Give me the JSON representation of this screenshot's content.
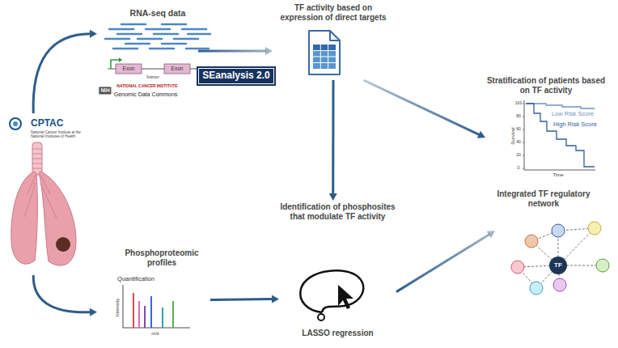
{
  "diagram": {
    "nodes": [
      {
        "text": [
          "CPTAC",
          "National Cancer Institute at the National Institutes of Health"
        ]
      },
      {
        "text": [
          "RNA-seq data"
        ]
      },
      {
        "text": [
          "SEanalysis 2.0"
        ]
      },
      {
        "text": [
          "TF activity based on expression of direct targets"
        ]
      },
      {
        "text": [
          "Stratification of patients based on TF activity"
        ]
      },
      {
        "text": [
          "Integrated TF regulatory network"
        ]
      },
      {
        "text": [
          "TF"
        ],
        "in": 5
      },
      {
        "text": [
          "Phosphoproteomic profiles"
        ]
      },
      {
        "text": [
          "Identification of phosphosites that modulate TF activity",
          "LASSO regression"
        ]
      }
    ],
    "edges": [
      {
        "from": 0,
        "to": 1,
        "arrow": "to"
      },
      {
        "from": 0,
        "to": 7,
        "arrow": "to"
      },
      {
        "from": 1,
        "to": 3,
        "arrow": "to"
      },
      {
        "from": 3,
        "to": 4,
        "arrow": "to"
      },
      {
        "from": 3,
        "to": 8,
        "arrow": "to"
      },
      {
        "from": 7,
        "to": 8,
        "arrow": "to"
      },
      {
        "from": 8,
        "to": 5,
        "arrow": "to"
      }
    ],
    "labels": [
      "Exon",
      "Intron",
      "Exon",
      "NIH",
      "NATIONAL CANCER INSTITUTE",
      "Genomic Data Commons",
      "100",
      "80",
      "60",
      "40",
      "20",
      "0",
      "Low Risk Score",
      "High Risk Score",
      "Survival",
      "Time",
      "Quantification",
      "Intensity",
      "m/z"
    ]
  }
}
